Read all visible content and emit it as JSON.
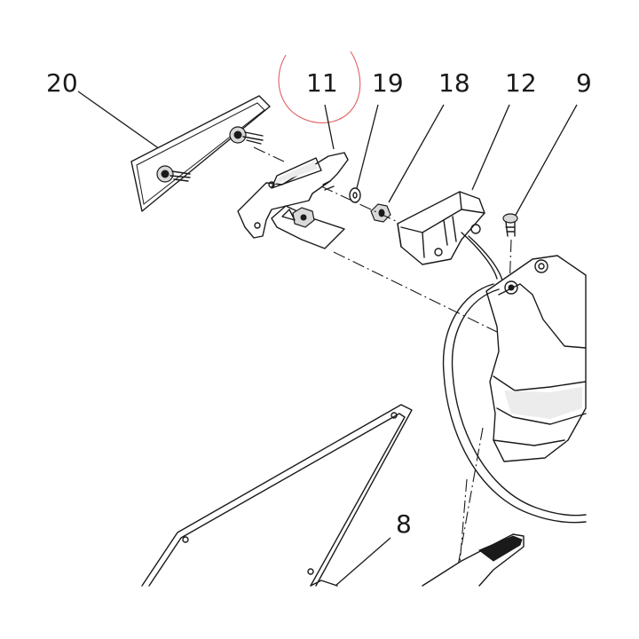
{
  "diagram": {
    "callouts": [
      {
        "id": "20",
        "text": "20"
      },
      {
        "id": "11",
        "text": "11"
      },
      {
        "id": "19",
        "text": "19"
      },
      {
        "id": "18",
        "text": "18"
      },
      {
        "id": "12",
        "text": "12"
      },
      {
        "id": "9",
        "text": "9"
      },
      {
        "id": "8",
        "text": "8"
      }
    ],
    "colors": {
      "line": "#1a1a1a",
      "highlight_circle": "#e06060",
      "background": "#ffffff"
    }
  }
}
